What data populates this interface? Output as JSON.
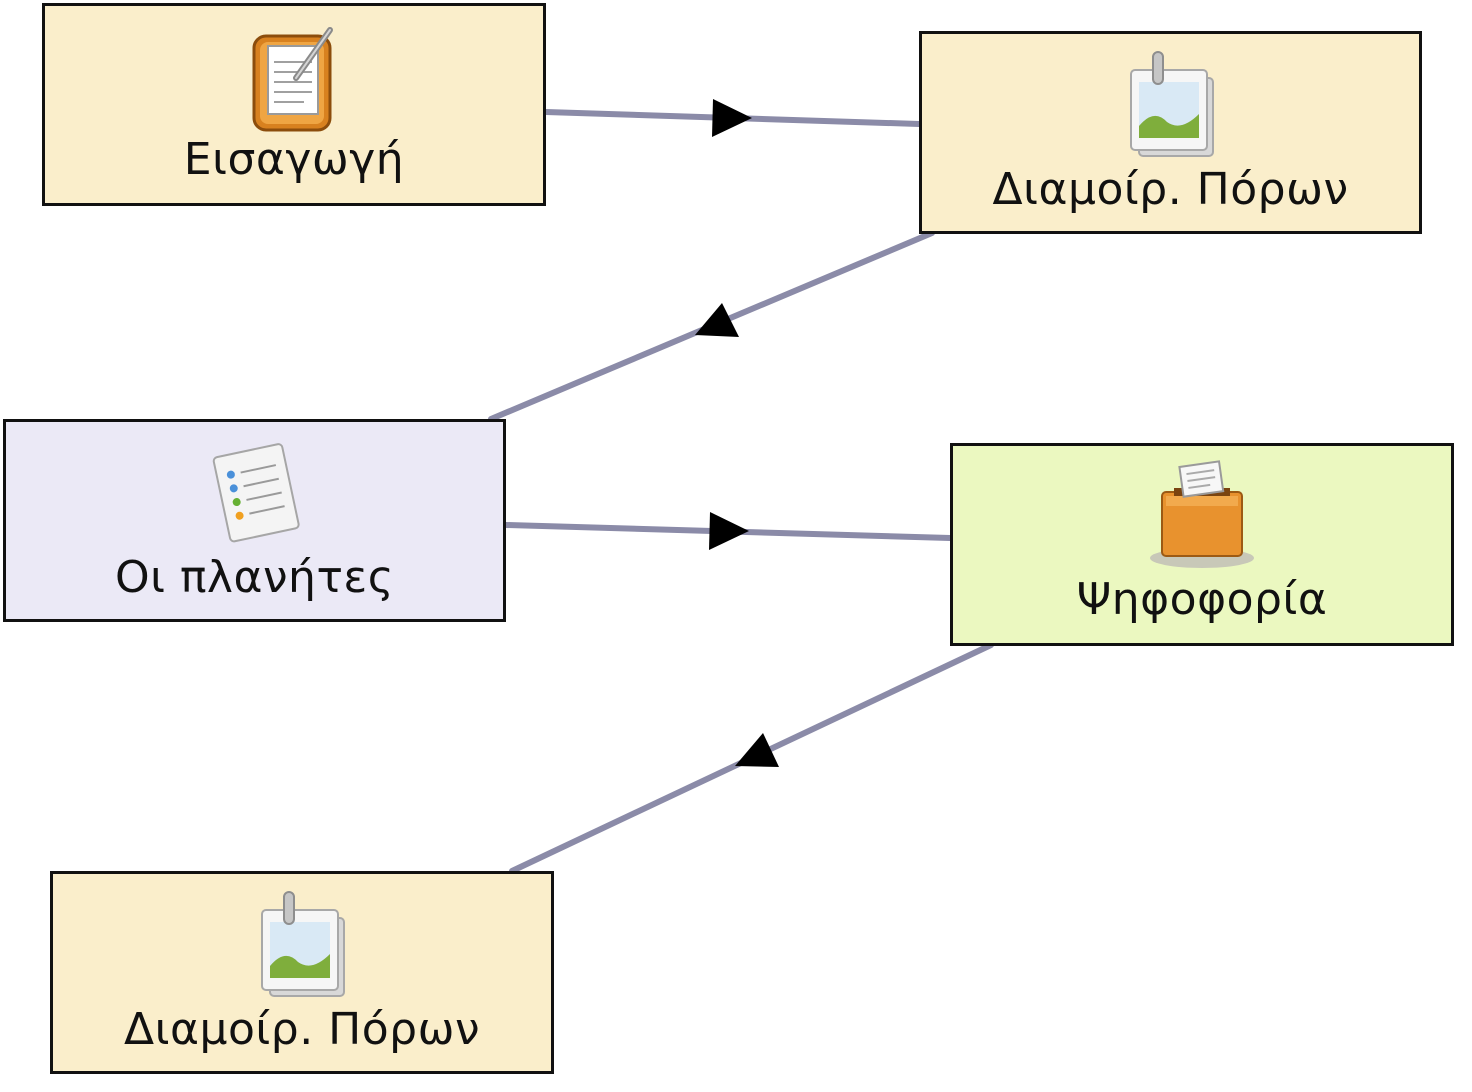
{
  "nodes": [
    {
      "id": "intro",
      "label": "Εισαγωγή",
      "icon": "notepad-icon",
      "fill": "#faeecb"
    },
    {
      "id": "resources_1",
      "label": "Διαμοίρ. Πόρων",
      "icon": "image-share-icon",
      "fill": "#faeecb"
    },
    {
      "id": "planets",
      "label": "Οι πλανήτες",
      "icon": "checklist-icon",
      "fill": "#ebe9f6"
    },
    {
      "id": "vote",
      "label": "Ψηφοφορία",
      "icon": "ballot-box-icon",
      "fill": "#ebf8c0"
    },
    {
      "id": "resources_2",
      "label": "Διαμοίρ. Πόρων",
      "icon": "image-share-icon",
      "fill": "#faeecb"
    }
  ],
  "edges": [
    {
      "from": "intro",
      "to": "resources_1"
    },
    {
      "from": "resources_1",
      "to": "planets"
    },
    {
      "from": "planets",
      "to": "vote"
    },
    {
      "from": "vote",
      "to": "resources_2"
    }
  ],
  "colors": {
    "edge": "#8b8ba8",
    "arrowhead": "#000000",
    "border": "#111111"
  }
}
